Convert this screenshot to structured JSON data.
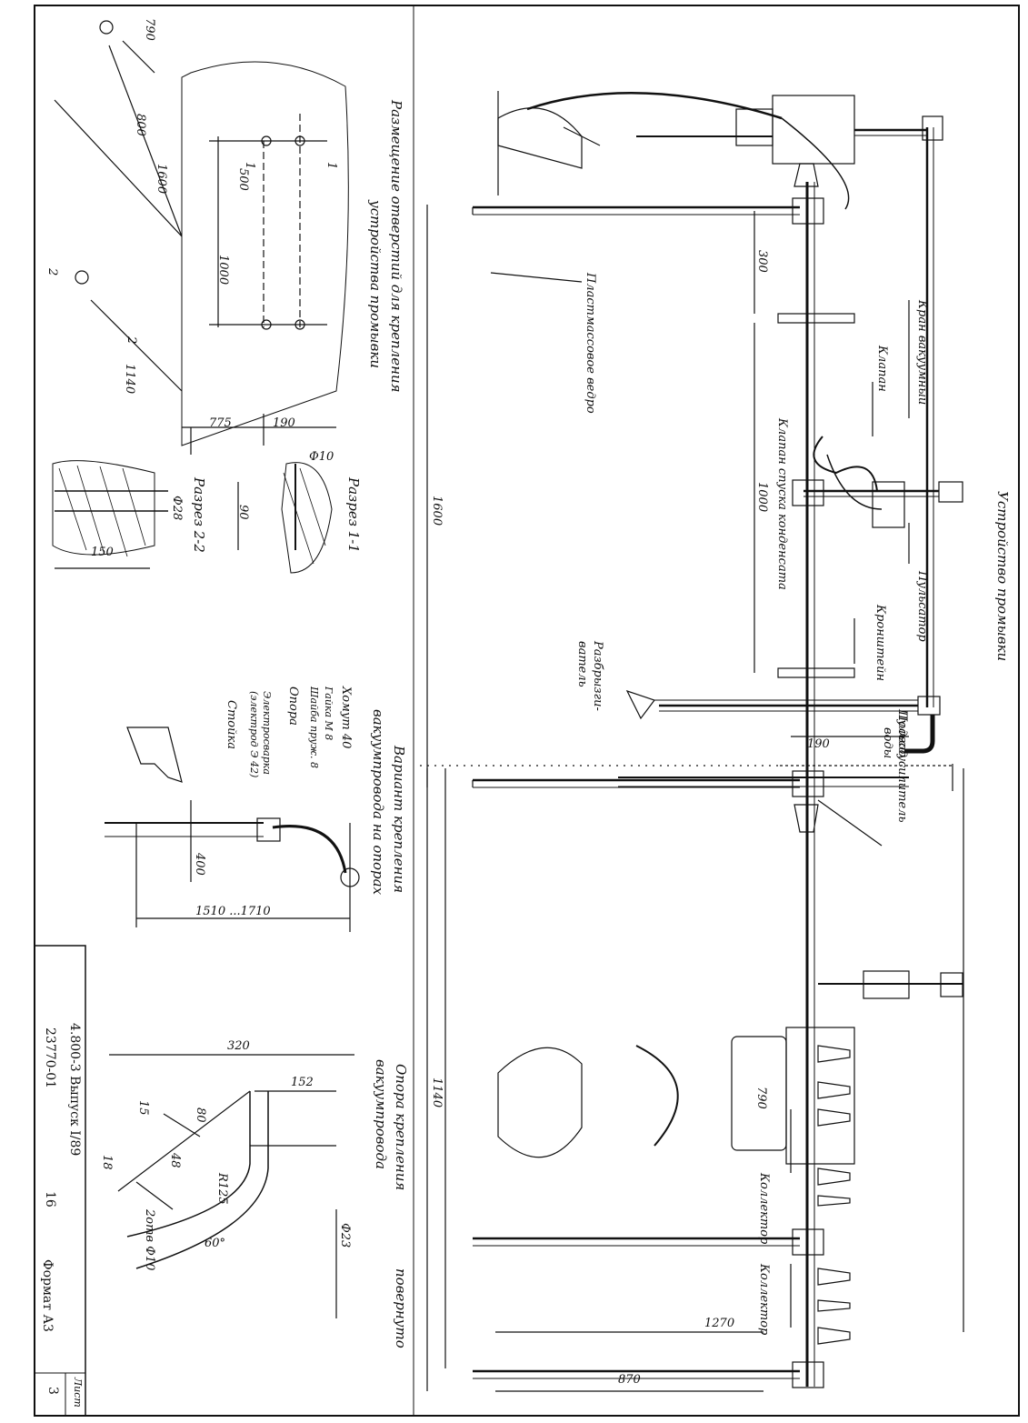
{
  "titles": {
    "main": "Устройство промывки",
    "holes_1": "Размещение отверстий для крепления",
    "holes_2": "устройства промывки",
    "section_1_1": "Разрез 1-1",
    "section_2_2": "Разрез 2-2",
    "vacuum_variant_1": "Вариант крепления",
    "vacuum_variant_2": "вакуумпровода на опорах",
    "support_1": "Опора крепления",
    "support_2": "вакуумпровода",
    "rotated": "повернуто"
  },
  "callouts": {
    "vacuum_valve": "Кран вакуумный",
    "valve": "Клапан",
    "condensate_valve": "Клапан спуска конденсата",
    "plastic_bucket": "Пластмассовое ведро",
    "pulsator": "Пульсатор",
    "bracket": "Кронштейн",
    "pulse_amplifier": "Пульсоусилитель",
    "sprayer_1": "Разбрызги-",
    "sprayer_2": "ватель",
    "water_inlet_1": "Подвод",
    "water_inlet_2": "воды",
    "collector_1": "Коллектор",
    "collector_2": "Коллектор"
  },
  "parts_list": {
    "clamp": "Хомут 40",
    "nut": "Гайка М 8",
    "washer": "Шайба пруж. 8",
    "support": "Опора",
    "welding_1": "Электросварка",
    "welding_2": "(электрод Э 42)",
    "post": "Стойка"
  },
  "dimensions": {
    "d790_top": "790",
    "d800": "800",
    "d1600_a": "1600",
    "d500": "500",
    "d1000_a": "1000",
    "d1140_a": "1140",
    "d775": "775",
    "d190_a": "190",
    "sec1_d10": "Ф10",
    "sec1_90": "90",
    "sec2_d28": "Ф28",
    "sec2_150": "150",
    "marker_1a": "1",
    "marker_1b": "1",
    "marker_2a": "2",
    "marker_2b": "2",
    "d300": "300",
    "d1000_b": "1000",
    "d1600_b": "1600",
    "d190_b": "190",
    "d400": "400",
    "d1510": "1510 ...1710",
    "d790_b": "790",
    "d1140_b": "1140",
    "d1270": "1270",
    "d870": "870",
    "d320": "320",
    "d152": "152",
    "d80": "80",
    "d15": "15",
    "d48": "48",
    "d18": "18",
    "r125": "R125",
    "angle60": "60°",
    "hole_d10": "2отв Ф10",
    "d23": "Ф23"
  },
  "stamp": {
    "doc": "4.800-3  Выпуск I/89",
    "number": "23770-01",
    "page_sub": "16",
    "format": "Формат А3",
    "sheet_label": "Лист",
    "sheet_no": "3"
  }
}
